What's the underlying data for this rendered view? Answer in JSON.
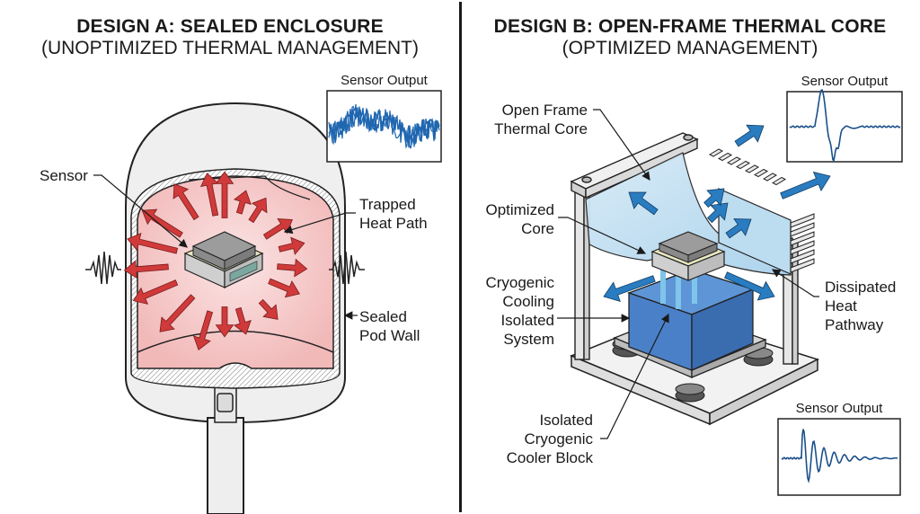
{
  "design_a": {
    "title": "DESIGN A: SEALED ENCLOSURE",
    "subtitle": "(UNOPTIMIZED THERMAL MANAGEMENT)",
    "labels": {
      "sensor": "Sensor",
      "trapped_heat_line1": "Trapped",
      "trapped_heat_line2": "Heat Path",
      "sealed_wall_line1": "Sealed",
      "sealed_wall_line2": "Pod Wall"
    },
    "sensor_output": {
      "title": "Sensor Output",
      "signal": "noisy-broadband"
    },
    "colors": {
      "heat_fill": "#f4c4c4",
      "heat_arrow": "#d03a3a",
      "signal": "#1f66b0"
    }
  },
  "design_b": {
    "title": "DESIGN B: OPEN-FRAME THERMAL CORE",
    "subtitle": "(OPTIMIZED MANAGEMENT)",
    "labels": {
      "open_frame_line1": "Open Frame",
      "open_frame_line2": "Thermal Core",
      "optimized_core_line1": "Optimized",
      "optimized_core_line2": "Core",
      "cryo_system_line1": "Cryogenic",
      "cryo_system_line2": "Cooling",
      "cryo_system_line3": "Isolated",
      "cryo_system_line4": "System",
      "dissipated_line1": "Dissipated",
      "dissipated_line2": "Heat",
      "dissipated_line3": "Pathway",
      "cooler_block_line1": "Isolated",
      "cooler_block_line2": "Cryogenic",
      "cooler_block_line3": "Cooler Block"
    },
    "sensor_output_top": {
      "title": "Sensor Output",
      "signal": "single-pulse-damped"
    },
    "sensor_output_bottom": {
      "title": "Sensor Output",
      "signal": "ringing-decay"
    },
    "colors": {
      "flow_fill": "#bcdcf0",
      "flow_arrow": "#2a7cc0",
      "cooler_block": "#4a80c8",
      "signal": "#1a4f8a"
    }
  }
}
